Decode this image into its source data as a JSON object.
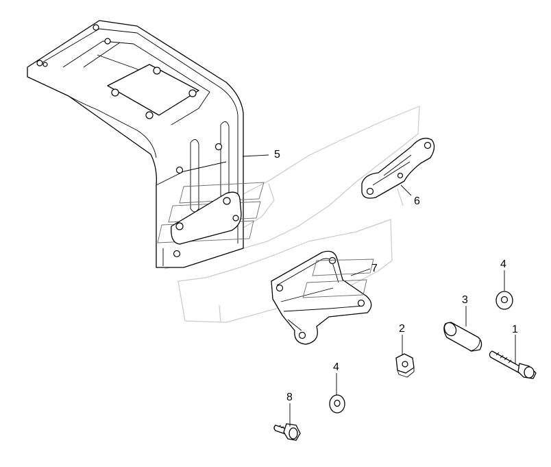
{
  "callouts": {
    "c1": "1",
    "c2": "2",
    "c3": "3",
    "c4a": "4",
    "c4b": "4",
    "c5": "5",
    "c6": "6",
    "c7": "7",
    "c8": "8"
  },
  "colors": {
    "line": "#000000",
    "ghost_panel": "#c9c9c9",
    "background": "#ffffff"
  }
}
